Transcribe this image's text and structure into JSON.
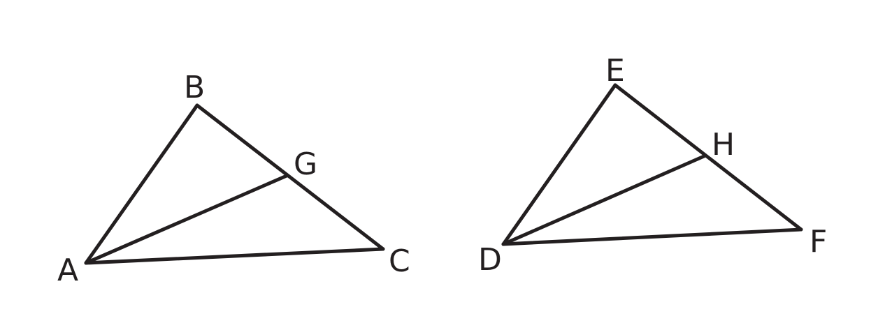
{
  "figure": {
    "triangle_abc": {
      "points": {
        "A": "A",
        "B": "B",
        "C": "C",
        "G": "G"
      }
    },
    "triangle_def": {
      "points": {
        "D": "D",
        "E": "E",
        "F": "F",
        "H": "H"
      }
    }
  },
  "colors": {
    "stroke": "#231f20",
    "background": "#ffffff"
  }
}
